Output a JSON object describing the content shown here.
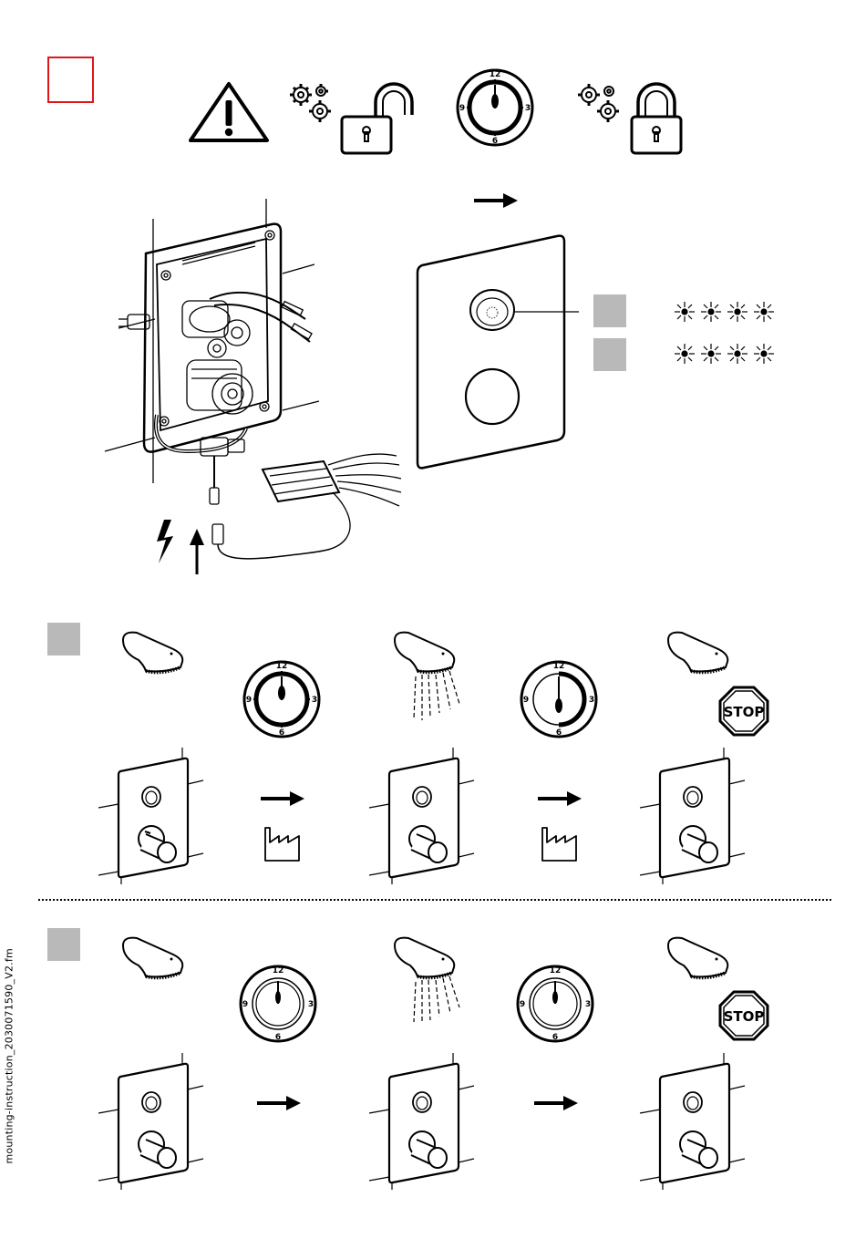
{
  "document": {
    "side_label": "mounting-instruction_2030071590_V2.fm"
  },
  "dials": {
    "n12": "12",
    "n3": "3",
    "n6": "6",
    "n9": "9"
  },
  "stop_signs": {
    "row1_label": "STOP",
    "row2_label": "STOP"
  },
  "icons": {
    "warning": "warning-triangle-icon",
    "gears": "gears-icon",
    "unlock": "padlock-open-icon",
    "lock": "padlock-closed-icon",
    "factory": "factory-icon",
    "power": "lightning-icon",
    "arrow": "arrow-right-icon",
    "led": "led-blink-icon"
  },
  "colors": {
    "frame_red": "#e0161b",
    "box_gray": "#b9b9b9",
    "ink": "#000000"
  }
}
